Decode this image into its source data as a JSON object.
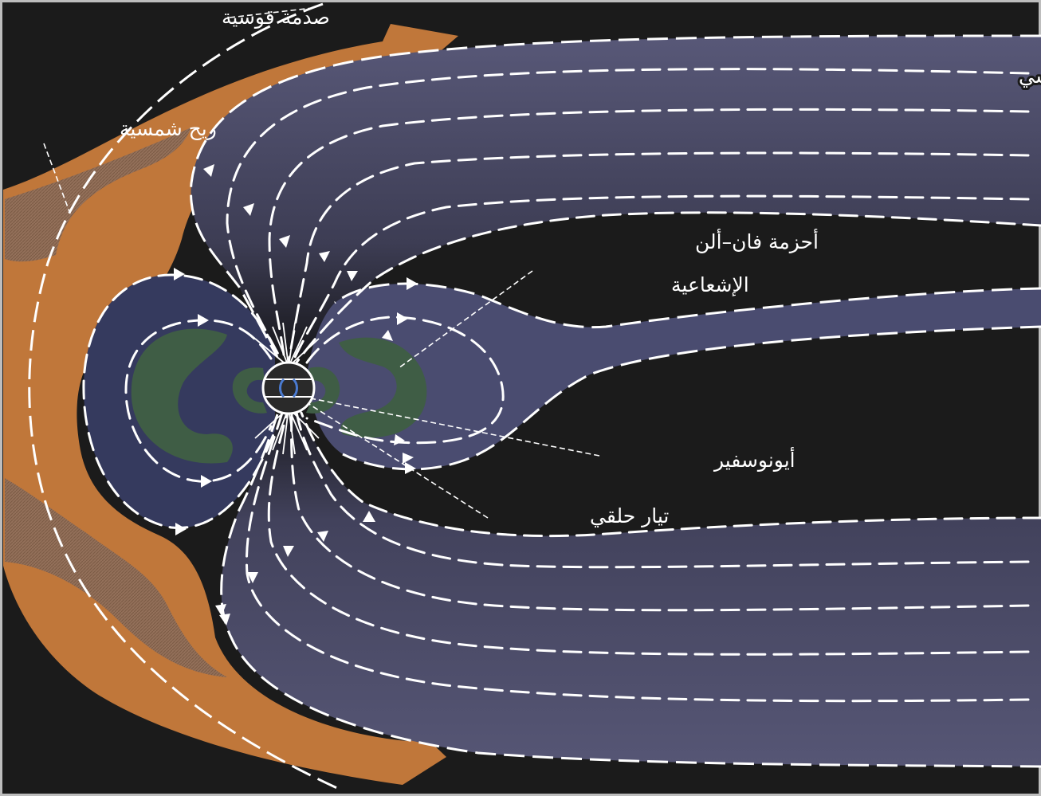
{
  "labels": {
    "bow_shock": "صدمة قوسية",
    "magnetotail": "الذيل المغنطيسي",
    "solar_wind": "ريح شمسية",
    "van_allen_line1": "أحزمة فان–ألن",
    "van_allen_line2": "الإشعاعية",
    "ionosphere": "أيونوسفير",
    "ring_current": "تيار حلقي"
  },
  "colors": {
    "background": "#1b1b1b",
    "frame": "#bdbdbd",
    "solar_wind": "#c0773a",
    "solar_wind_texture": "#8f6a50",
    "magnetosphere": "#4e4e6e",
    "plasmasphere": "#3e4a6e",
    "radiation_belt": "#3f5d45",
    "field_lines": "#ffffff"
  }
}
